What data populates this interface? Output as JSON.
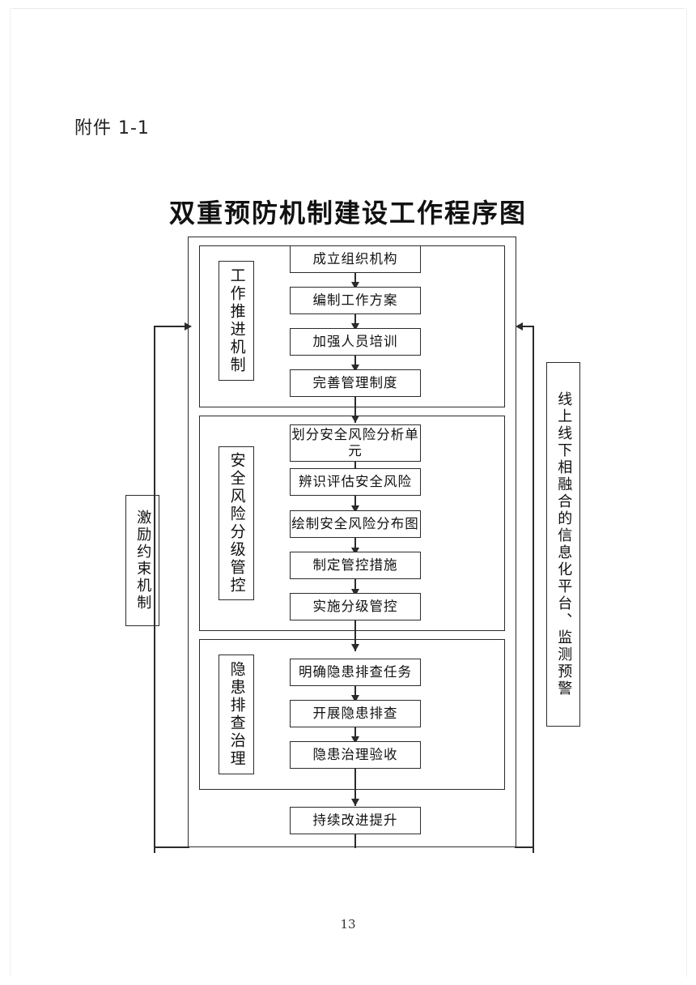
{
  "document": {
    "attachment_label": "附件 1-1",
    "title": "双重预防机制建设工作程序图",
    "page_number": "13"
  },
  "flowchart": {
    "sections": [
      {
        "id": "work-promotion",
        "category_label": "工作推进机制",
        "steps": [
          "成立组织机构",
          "编制工作方案",
          "加强人员培训",
          "完善管理制度"
        ]
      },
      {
        "id": "risk-grading-control",
        "category_label": "安全风险分级管控",
        "steps": [
          "划分安全风险分析单元",
          "辨识评估安全风险",
          "绘制安全风险分布图",
          "制定管控措施",
          "实施分级管控"
        ]
      },
      {
        "id": "hazard-investigation",
        "category_label": "隐患排查治理",
        "steps": [
          "明确隐患排查任务",
          "开展隐患排查",
          "隐患治理验收"
        ]
      }
    ],
    "final_step": "持续改进提升",
    "side_labels": {
      "left": "激励约束机制",
      "right": "线上线下相融合的信息化平台、监测预警"
    }
  },
  "colors": {
    "ink": "#2b2b2b",
    "text": "#111111",
    "paper": "#ffffff"
  }
}
